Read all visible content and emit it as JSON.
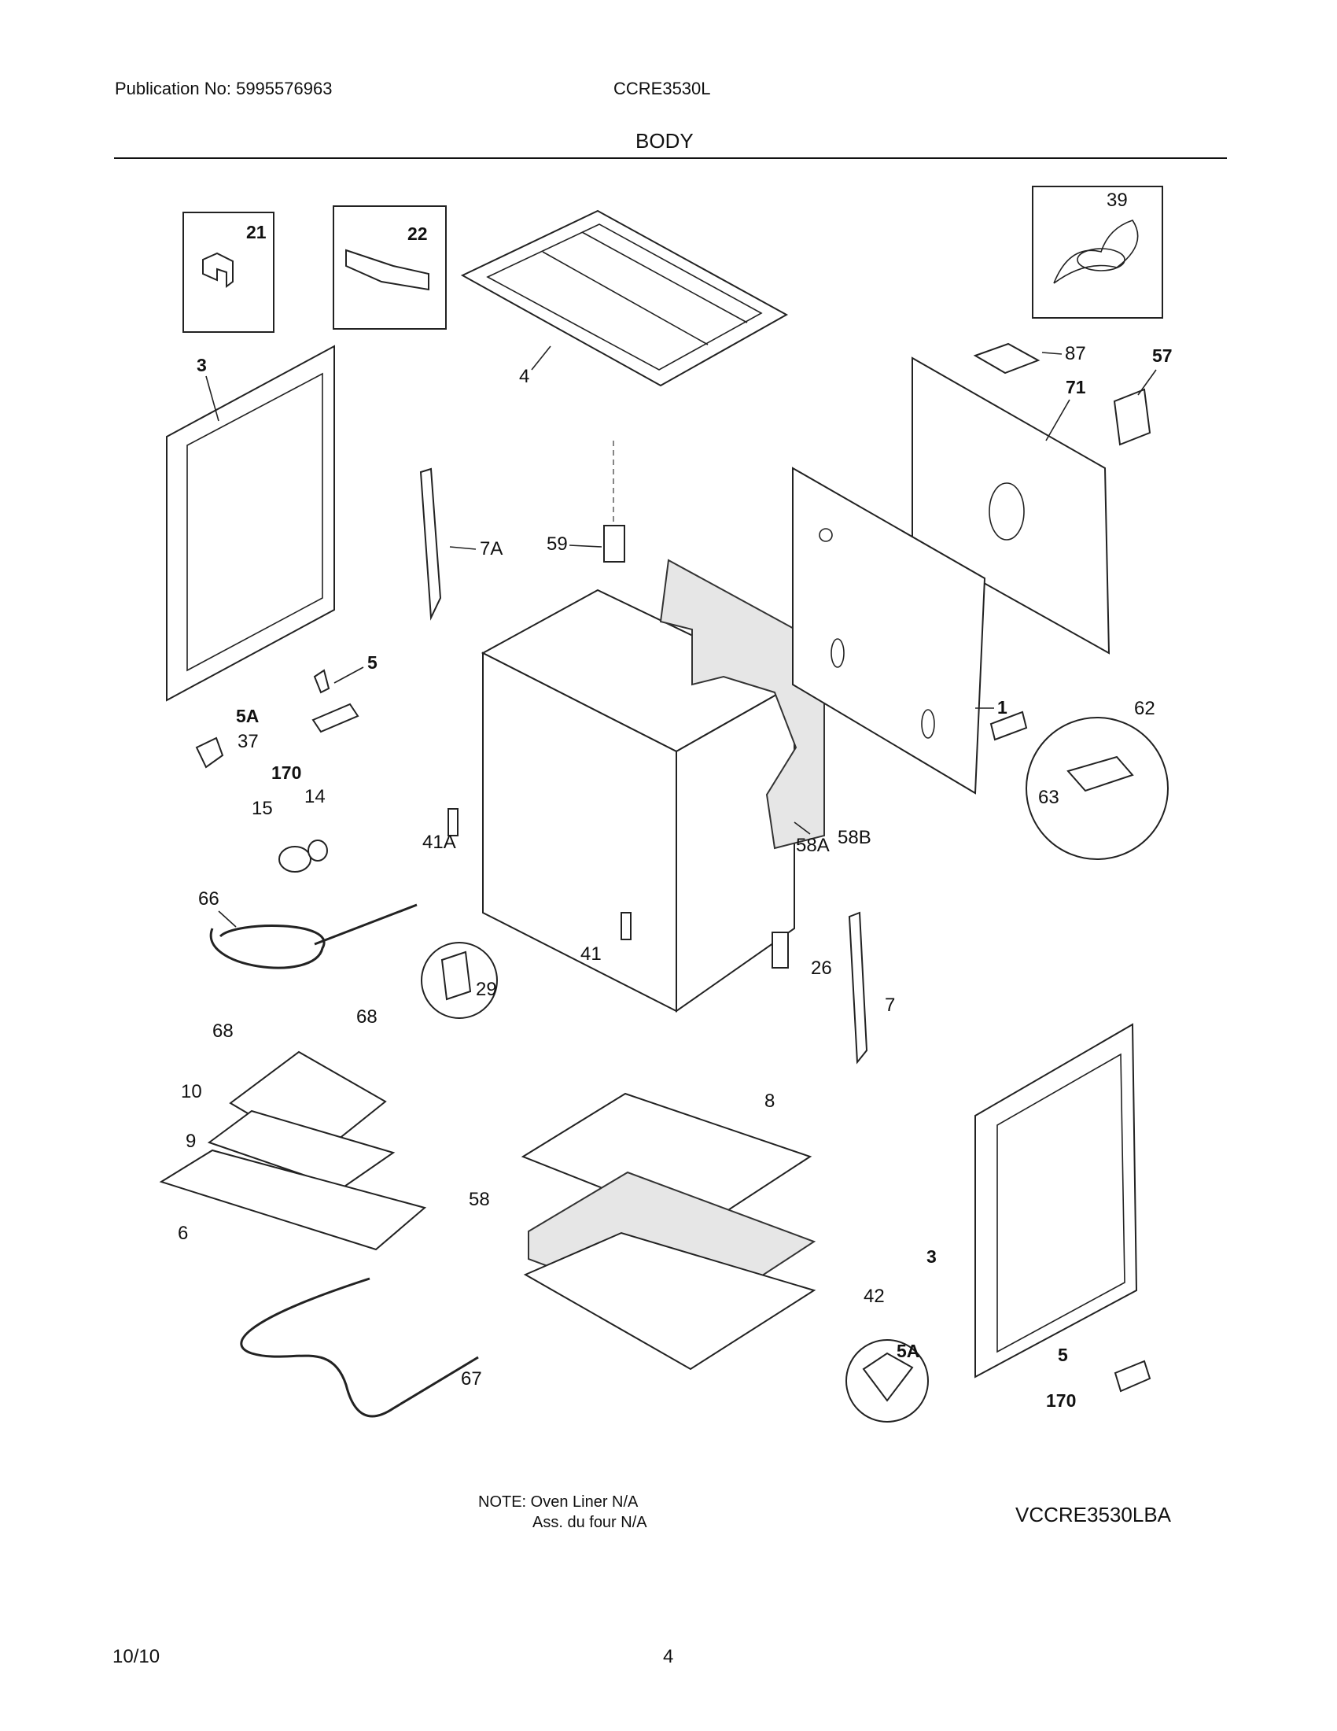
{
  "header": {
    "publication": "Publication No: 5995576963",
    "model": "CCRE3530L",
    "section": "BODY"
  },
  "callouts": {
    "c21": "21",
    "c22": "22",
    "c4": "4",
    "c39": "39",
    "c87": "87",
    "c57": "57",
    "c71": "71",
    "c3a": "3",
    "c7A": "7A",
    "c59": "59",
    "c5a": "5",
    "c5Aa": "5A",
    "c37": "37",
    "c170a": "170",
    "c1": "1",
    "c62": "62",
    "c63": "63",
    "c14": "14",
    "c15": "15",
    "c41A": "41A",
    "c58A": "58A",
    "c58B": "58B",
    "c66": "66",
    "c68a": "68",
    "c68b": "68",
    "c29": "29",
    "c41": "41",
    "c26": "26",
    "c7": "7",
    "c10": "10",
    "c9": "9",
    "c6": "6",
    "c8": "8",
    "c58": "58",
    "c42": "42",
    "c3b": "3",
    "c67": "67",
    "c5Ab": "5A",
    "c5b": "5",
    "c170b": "170"
  },
  "footer": {
    "note_line1": "NOTE: Oven Liner N/A",
    "note_line2": "Ass. du four N/A",
    "diagram_code": "VCCRE3530LBA",
    "date": "10/10",
    "page": "4"
  }
}
